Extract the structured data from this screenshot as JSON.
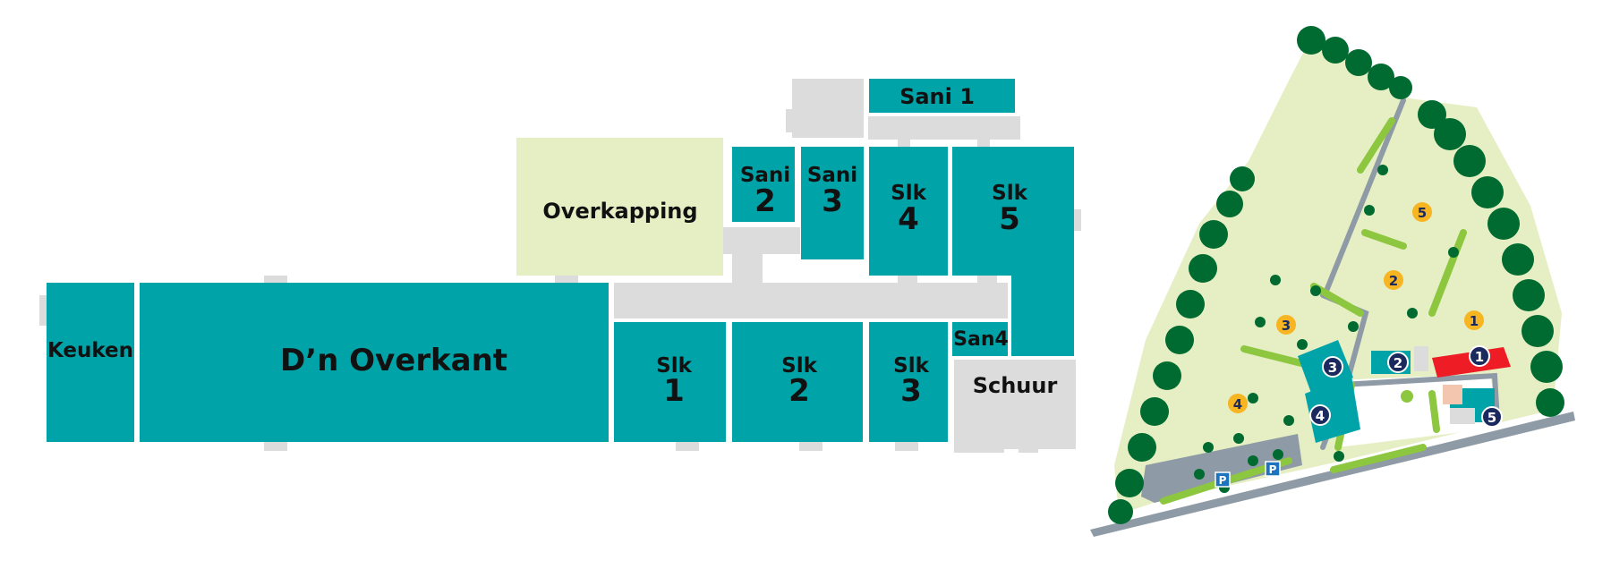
{
  "colors": {
    "room": "#00a3a8",
    "connector": "#dcdcdc",
    "overkapping": "#e6eec3",
    "site_grass": "#e6eec3",
    "trees_dark": "#006b30",
    "shrubs_light": "#8dc63f",
    "path": "#8e9aa5",
    "marker_yellow": "#f7b521",
    "marker_navy": "#1b2a5e",
    "highlight_red": "#ee1c25",
    "parking_blue": "#1e73be"
  },
  "floorplan": {
    "overkapping": "Overkapping",
    "sani1": "Sani 1",
    "sani2": {
      "line1": "Sani",
      "line2": "2"
    },
    "sani3": {
      "line1": "Sani",
      "line2": "3"
    },
    "slk4": {
      "line1": "Slk",
      "line2": "4"
    },
    "slk5": {
      "line1": "Slk",
      "line2": "5"
    },
    "keuken": "Keuken",
    "dn_overkant": "D’n Overkant",
    "slk1": {
      "line1": "Slk",
      "line2": "1"
    },
    "slk2": {
      "line1": "Slk",
      "line2": "2"
    },
    "slk3": {
      "line1": "Slk",
      "line2": "3"
    },
    "san4": "San4",
    "schuur": "Schuur"
  },
  "siteplan": {
    "field_markers": [
      "5",
      "2",
      "1",
      "3",
      "4"
    ],
    "building_markers": [
      "1",
      "2",
      "3",
      "4",
      "5"
    ],
    "parking_signs": [
      "P",
      "P"
    ]
  }
}
